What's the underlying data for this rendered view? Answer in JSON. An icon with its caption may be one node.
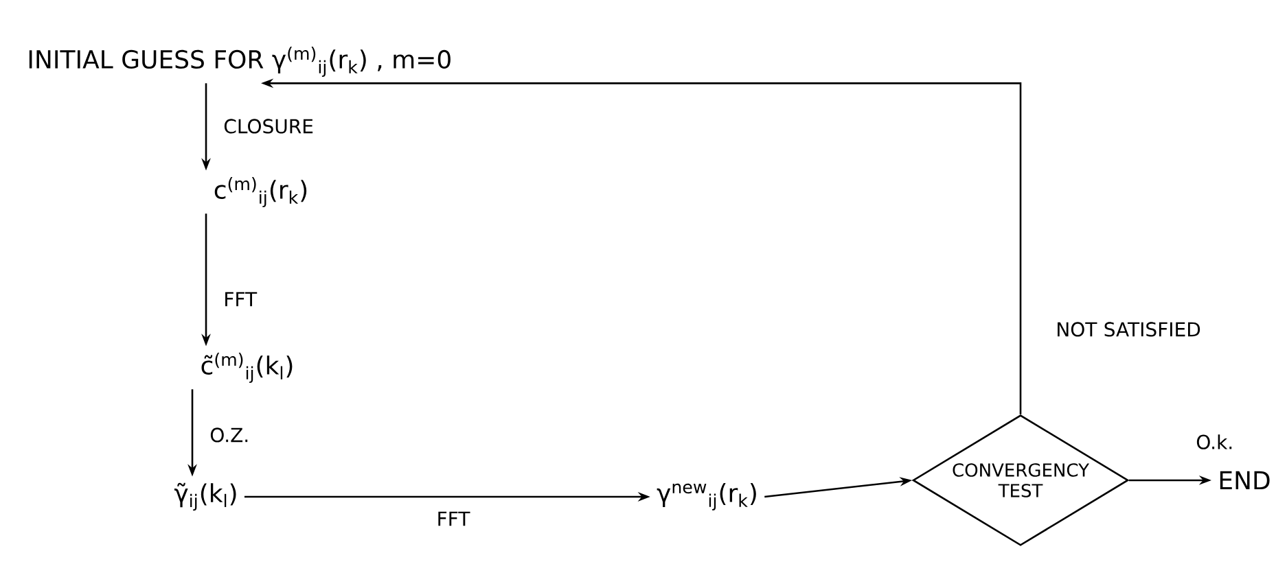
{
  "diagram": {
    "nodes": [
      {
        "text": [
          "INITIAL GUESS FOR γ$^{(m)}$$_{ij}$(r$_{k}$) , m=0"
        ]
      },
      {
        "text": [
          "c$^{(m)}$$_{ij}$(r$_{k}$)"
        ]
      },
      {
        "text": [
          "c̃$^{(m)}$$_{ij}$(k$_{l}$)"
        ]
      },
      {
        "text": [
          "γ̃$_{ij}$(k$_{l}$)"
        ]
      },
      {
        "text": [
          "γ$^{new}$$_{ij}$(r$_{k}$)"
        ]
      },
      {
        "text": [
          "CONVERGENCY TEST"
        ]
      },
      {
        "text": [
          "END"
        ]
      }
    ],
    "edges": [
      {
        "from": 0,
        "to": 1,
        "arrow": "to",
        "label": "CLOSURE"
      },
      {
        "from": 1,
        "to": 2,
        "arrow": "to",
        "label": "FFT"
      },
      {
        "from": 2,
        "to": 3,
        "arrow": "to",
        "label": "O.Z."
      },
      {
        "from": 3,
        "to": 4,
        "arrow": "to",
        "label": "FFT"
      },
      {
        "from": 4,
        "to": 5,
        "arrow": "to"
      },
      {
        "from": 5,
        "to": 6,
        "arrow": "to",
        "label": "O.k."
      },
      {
        "from": 5,
        "to": 0,
        "arrow": "to",
        "label": "NOT SATISFIED"
      }
    ]
  }
}
